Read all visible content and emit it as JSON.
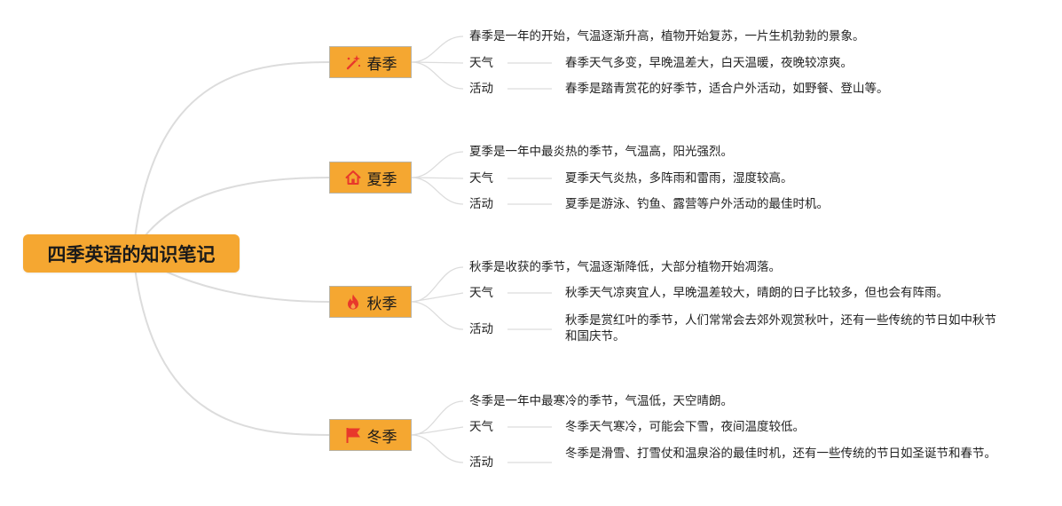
{
  "root": {
    "title": "四季英语的知识笔记"
  },
  "seasons": [
    {
      "name": "春季",
      "icon": "magic-wand-icon",
      "summary": "春季是一年的开始，气温逐渐升高，植物开始复苏，一片生机勃勃的景象。",
      "weather_label": "天气",
      "weather": "春季天气多变，早晚温差大，白天温暖，夜晚较凉爽。",
      "activity_label": "活动",
      "activity": "春季是踏青赏花的好季节，适合户外活动，如野餐、登山等。"
    },
    {
      "name": "夏季",
      "icon": "house-icon",
      "summary": "夏季是一年中最炎热的季节，气温高，阳光强烈。",
      "weather_label": "天气",
      "weather": "夏季天气炎热，多阵雨和雷雨，湿度较高。",
      "activity_label": "活动",
      "activity": "夏季是游泳、钓鱼、露营等户外活动的最佳时机。"
    },
    {
      "name": "秋季",
      "icon": "flame-icon",
      "summary": "秋季是收获的季节，气温逐渐降低，大部分植物开始凋落。",
      "weather_label": "天气",
      "weather": "秋季天气凉爽宜人，早晚温差较大，晴朗的日子比较多，但也会有阵雨。",
      "activity_label": "活动",
      "activity": "秋季是赏红叶的季节，人们常常会去郊外观赏秋叶，还有一些传统的节日如中秋节和国庆节。"
    },
    {
      "name": "冬季",
      "icon": "flag-icon",
      "summary": "冬季是一年中最寒冷的季节，气温低，天空晴朗。",
      "weather_label": "天气",
      "weather": "冬季天气寒冷，可能会下雪，夜间温度较低。",
      "activity_label": "活动",
      "activity": "冬季是滑雪、打雪仗和温泉浴的最佳时机，还有一些传统的节日如圣诞节和春节。"
    }
  ],
  "colors": {
    "node_fill": "#f5a731",
    "connector": "#dcdcdc",
    "icon_red": "#e8382b"
  }
}
